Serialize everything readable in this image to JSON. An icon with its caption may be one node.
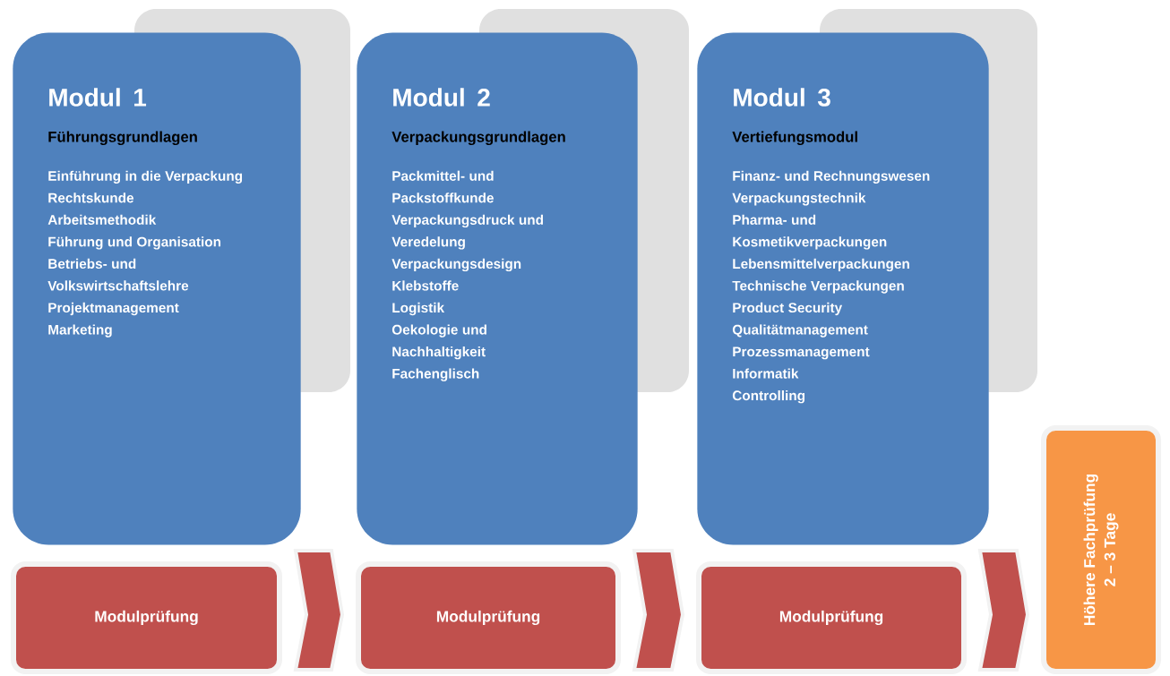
{
  "diagram": {
    "nodes": [
      {
        "text": [
          "Modul 1",
          "Führungsgrundlagen",
          "Einführung in die Verpackung",
          "Rechtskunde",
          "Arbeitsmethodik",
          "Führung und Organisation",
          "Betriebs- und Volkswirtschaftslehre",
          "Projektmanagement",
          "Marketing"
        ]
      },
      {
        "text": [
          "Modul 2",
          "Verpackungsgrundlagen",
          "Packmittel- und Packstoffkunde",
          "Verpackungsdruck und Veredelung",
          "Verpackungsdesign",
          "Klebstoffe",
          "Logistik",
          "Oekologie und Nachhaltigkeit",
          "Fachenglisch"
        ]
      },
      {
        "text": [
          "Modul 3",
          "Vertiefungsmodul",
          "Finanz- und Rechnungswesen",
          "Verpackungstechnik",
          "Pharma- und Kosmetikverpackungen",
          "Lebensmittelverpackungen",
          "Technische Verpackungen",
          "Product Security",
          "Qualitätmanagement",
          "Prozessmanagement",
          "Informatik",
          "Controlling"
        ]
      },
      {
        "text": [
          "Modulprüfung"
        ]
      },
      {
        "text": [
          "Modulprüfung"
        ]
      },
      {
        "text": [
          "Modulprüfung"
        ]
      },
      {
        "text": [
          "Höhere Fachprüfung",
          "2 – 3 Tage"
        ]
      }
    ],
    "edges": [
      {
        "from": 3,
        "to": 4,
        "arrow": "to"
      },
      {
        "from": 4,
        "to": 5,
        "arrow": "to"
      },
      {
        "from": 5,
        "to": 6,
        "arrow": "to"
      }
    ]
  }
}
